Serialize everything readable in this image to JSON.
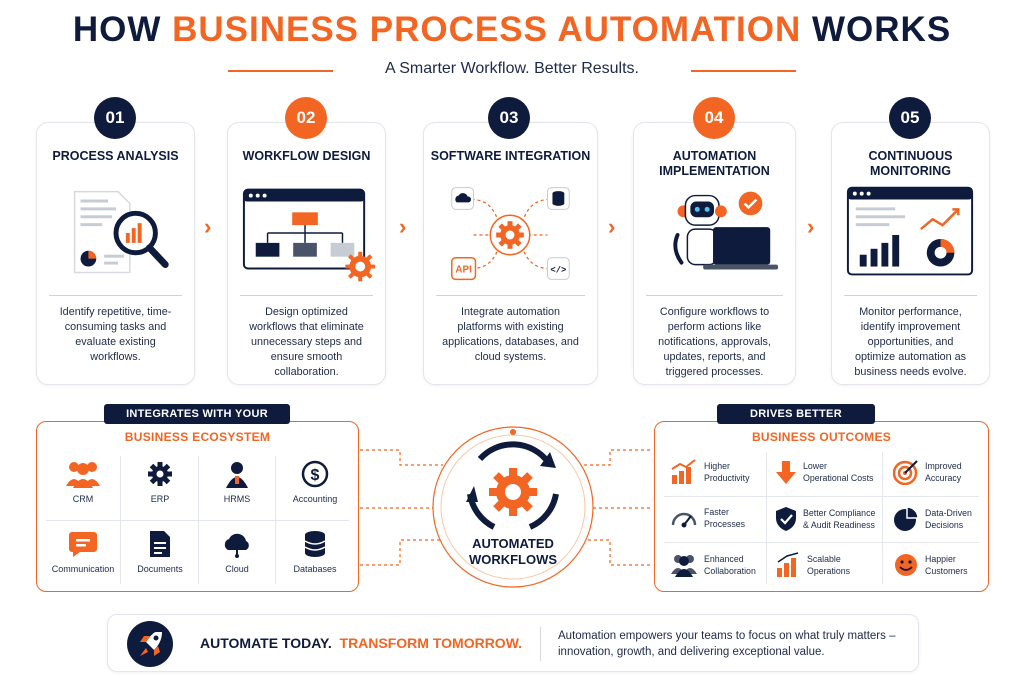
{
  "header": {
    "title_part1": "HOW ",
    "title_part2": "BUSINESS PROCESS AUTOMATION",
    "title_part3": " WORKS",
    "subtitle": "A Smarter Workflow. Better Results."
  },
  "steps": [
    {
      "number": "01",
      "title": "PROCESS ANALYSIS",
      "description": "Identify repetitive, time-consuming tasks and evaluate existing workflows."
    },
    {
      "number": "02",
      "title": "WORKFLOW DESIGN",
      "description": "Design optimized workflows that eliminate unnecessary steps and ensure smooth collaboration."
    },
    {
      "number": "03",
      "title": "SOFTWARE INTEGRATION",
      "description": "Integrate automation platforms with existing applications, databases, and cloud systems."
    },
    {
      "number": "04",
      "title": "AUTOMATION IMPLEMENTATION",
      "description": "Configure workflows to perform actions like notifications, approvals, updates, reports, and triggered processes."
    },
    {
      "number": "05",
      "title": "CONTINUOUS MONITORING",
      "description": "Monitor performance, identify improvement opportunities, and optimize automation as business needs evolve."
    }
  ],
  "integration_labels": {
    "api": "API",
    "code": "</>"
  },
  "ecosystem": {
    "tag": "INTEGRATES WITH YOUR",
    "subtitle": "BUSINESS ECOSYSTEM",
    "items": [
      {
        "label": "CRM",
        "icon": "users-icon"
      },
      {
        "label": "ERP",
        "icon": "gear-icon"
      },
      {
        "label": "HRMS",
        "icon": "person-icon"
      },
      {
        "label": "Accounting",
        "icon": "dollar-icon"
      },
      {
        "label": "Communication",
        "icon": "chat-icon"
      },
      {
        "label": "Documents",
        "icon": "document-icon"
      },
      {
        "label": "Cloud",
        "icon": "cloud-icon"
      },
      {
        "label": "Databases",
        "icon": "database-icon"
      }
    ]
  },
  "center": {
    "line1": "AUTOMATED",
    "line2": "WORKFLOWS"
  },
  "outcomes": {
    "tag": "DRIVES BETTER",
    "subtitle": "BUSINESS OUTCOMES",
    "items": [
      {
        "line1": "Higher",
        "line2": "Productivity",
        "icon": "growth-chart-icon"
      },
      {
        "line1": "Lower",
        "line2": "Operational Costs",
        "icon": "down-arrow-icon"
      },
      {
        "line1": "Improved",
        "line2": "Accuracy",
        "icon": "target-icon"
      },
      {
        "line1": "Faster",
        "line2": "Processes",
        "icon": "speedometer-icon"
      },
      {
        "line1": "Better Compliance",
        "line2": "& Audit Readiness",
        "icon": "shield-check-icon"
      },
      {
        "line1": "Data-Driven",
        "line2": "Decisions",
        "icon": "pie-chart-icon"
      },
      {
        "line1": "Enhanced",
        "line2": "Collaboration",
        "icon": "team-icon"
      },
      {
        "line1": "Scalable",
        "line2": "Operations",
        "icon": "bar-growth-icon"
      },
      {
        "line1": "Happier",
        "line2": "Customers",
        "icon": "smile-icon"
      }
    ]
  },
  "footer": {
    "head1": "AUTOMATE TODAY.",
    "head2": "TRANSFORM TOMORROW.",
    "text": "Automation empowers your teams to focus on what truly matters – innovation, growth, and delivering exceptional value."
  },
  "colors": {
    "navy": "#0f1b3d",
    "orange": "#f26522",
    "gray": "#8a8f99"
  }
}
